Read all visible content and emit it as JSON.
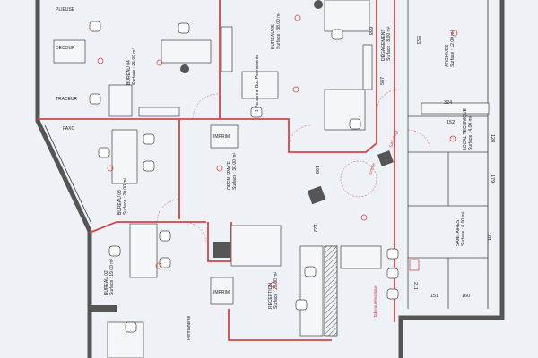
{
  "plan": {
    "colors": {
      "background": "#eef2f7",
      "outer_wall": "#555555",
      "partition": "#d64545",
      "furniture": "#444444",
      "column": "#555555"
    },
    "rooms": [
      {
        "id": "bureau-04",
        "name": "BUREAU 04",
        "area": "Surface : 25.00 m²"
      },
      {
        "id": "bureau-05",
        "name": "BUREAU 05",
        "area": "Surface : 38.00 m²"
      },
      {
        "id": "degagement",
        "name": "DÉGAGEMENT",
        "area": "Surface : 8.00 m²"
      },
      {
        "id": "archives",
        "name": "ARCHIVES",
        "area": "Surface : 12.00 m²"
      },
      {
        "id": "local-technique",
        "name": "LOCAL TECHNIQUE",
        "area": "Surface : 4.00 m²"
      },
      {
        "id": "open-space",
        "name": "OPEN SPACE",
        "area": "Surface : 30.00 m²"
      },
      {
        "id": "bureau-03",
        "name": "BUREAU 03",
        "area": "Surface : 20.00 m²"
      },
      {
        "id": "bureau-02",
        "name": "BUREAU 02",
        "area": "Surface : 19.00 m²"
      },
      {
        "id": "reception",
        "name": "RECEPTION",
        "area": "Surface : 22.00 m²"
      },
      {
        "id": "sanitaires",
        "name": "SANITAIRES",
        "area": "Surface : 6.00 m²"
      }
    ],
    "notes": {
      "bureau05_note": "1 Personne Box Permanente",
      "bureau02_note": "Permanente",
      "impr1": "IMPRIM",
      "impr2": "IMPRIM",
      "decoup": "DECOUP",
      "plieuse": "PLIEUSE",
      "traceur": "TRACEUR",
      "fax": "FAXO",
      "sas": "SAS Dégt",
      "entree": "Entrée",
      "tableau": "Tableau électrique"
    },
    "dimensions": [
      "638",
      "553",
      "587",
      "324",
      "152",
      "120",
      "179",
      "109",
      "122",
      "181",
      "211",
      "151",
      "160"
    ]
  }
}
